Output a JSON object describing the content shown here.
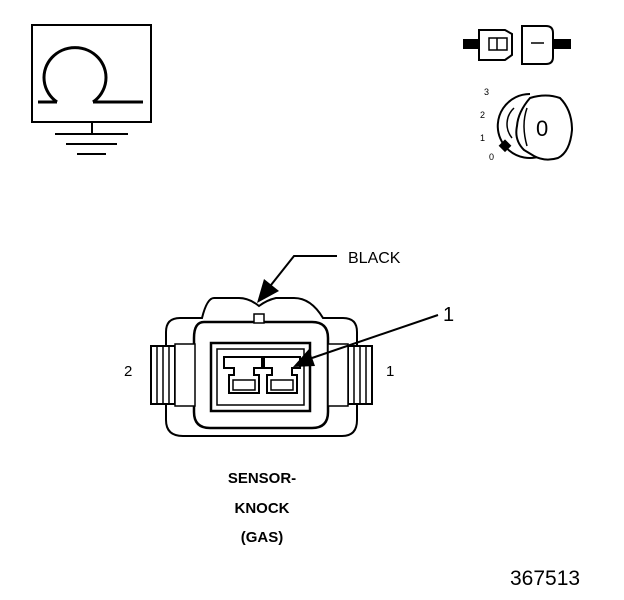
{
  "icons": {
    "resistance_ground": "ohm-ground-symbol-icon",
    "connector": "disconnected-connector-icon",
    "ignition": "ignition-switch-key-icon"
  },
  "ignition": {
    "positions": [
      "3",
      "2",
      "1",
      "0"
    ],
    "key_label": "0"
  },
  "connector": {
    "color_label": "BLACK",
    "callout": "1",
    "pin_left": "2",
    "pin_right": "1"
  },
  "component": {
    "name_line1": "SENSOR-",
    "name_line2": "KNOCK",
    "name_line3": "(GAS)"
  },
  "figure_id": "367513"
}
